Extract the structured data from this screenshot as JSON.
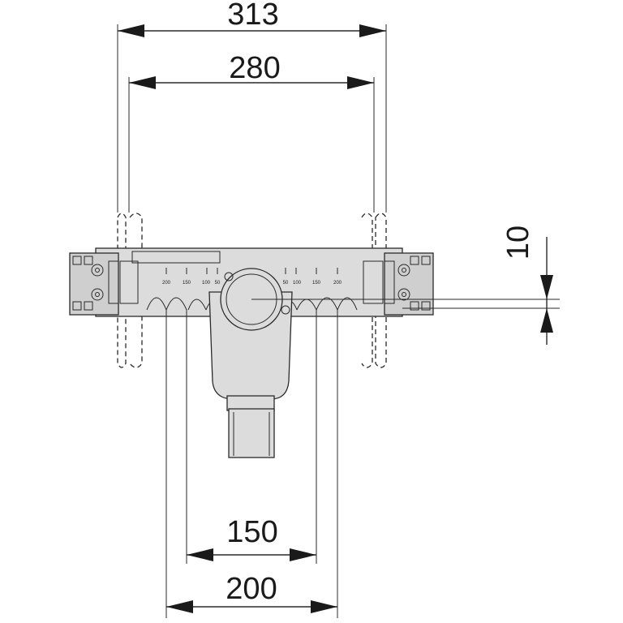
{
  "dimensions": {
    "overall_width": "313",
    "inner_width": "280",
    "offset": "10",
    "spacing_small": "150",
    "spacing_large": "200"
  },
  "scale_left": [
    "200",
    "150",
    "100",
    "50"
  ],
  "scale_right": [
    "50",
    "100",
    "150",
    "200"
  ]
}
